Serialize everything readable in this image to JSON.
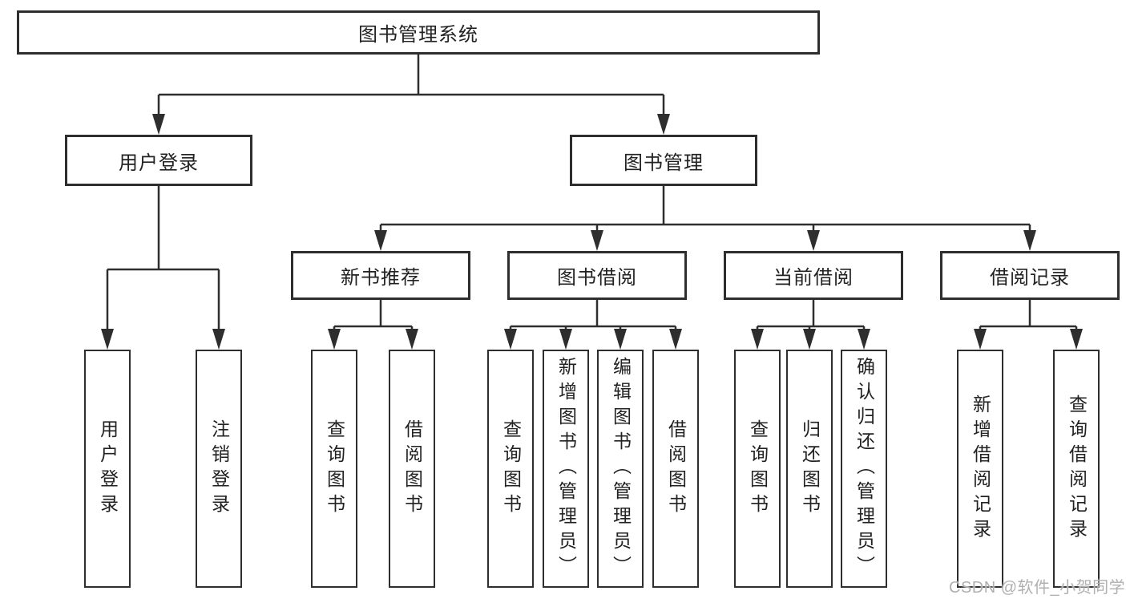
{
  "diagram_title": "图书管理系统",
  "watermark": "CSDN @软件_小贺同学",
  "colors": {
    "line": "#2e2e2e",
    "text": "#222222",
    "watermark": "#b0b0b0",
    "background": "#ffffff"
  },
  "structure": {
    "root": "图书管理系统",
    "children": [
      {
        "label": "用户登录",
        "children": [
          {
            "label": "用户登录"
          },
          {
            "label": "注销登录"
          }
        ]
      },
      {
        "label": "图书管理",
        "children": [
          {
            "label": "新书推荐",
            "children": [
              {
                "label": "查询图书"
              },
              {
                "label": "借阅图书"
              }
            ]
          },
          {
            "label": "图书借阅",
            "children": [
              {
                "label": "查询图书"
              },
              {
                "label": "新增图书（管理员）"
              },
              {
                "label": "编辑图书（管理员）"
              },
              {
                "label": "借阅图书"
              }
            ]
          },
          {
            "label": "当前借阅",
            "children": [
              {
                "label": "查询图书"
              },
              {
                "label": "归还图书"
              },
              {
                "label": "确认归还（管理员）"
              }
            ]
          },
          {
            "label": "借阅记录",
            "children": [
              {
                "label": "新增借阅记录"
              },
              {
                "label": "查询借阅记录"
              }
            ]
          }
        ]
      }
    ]
  }
}
